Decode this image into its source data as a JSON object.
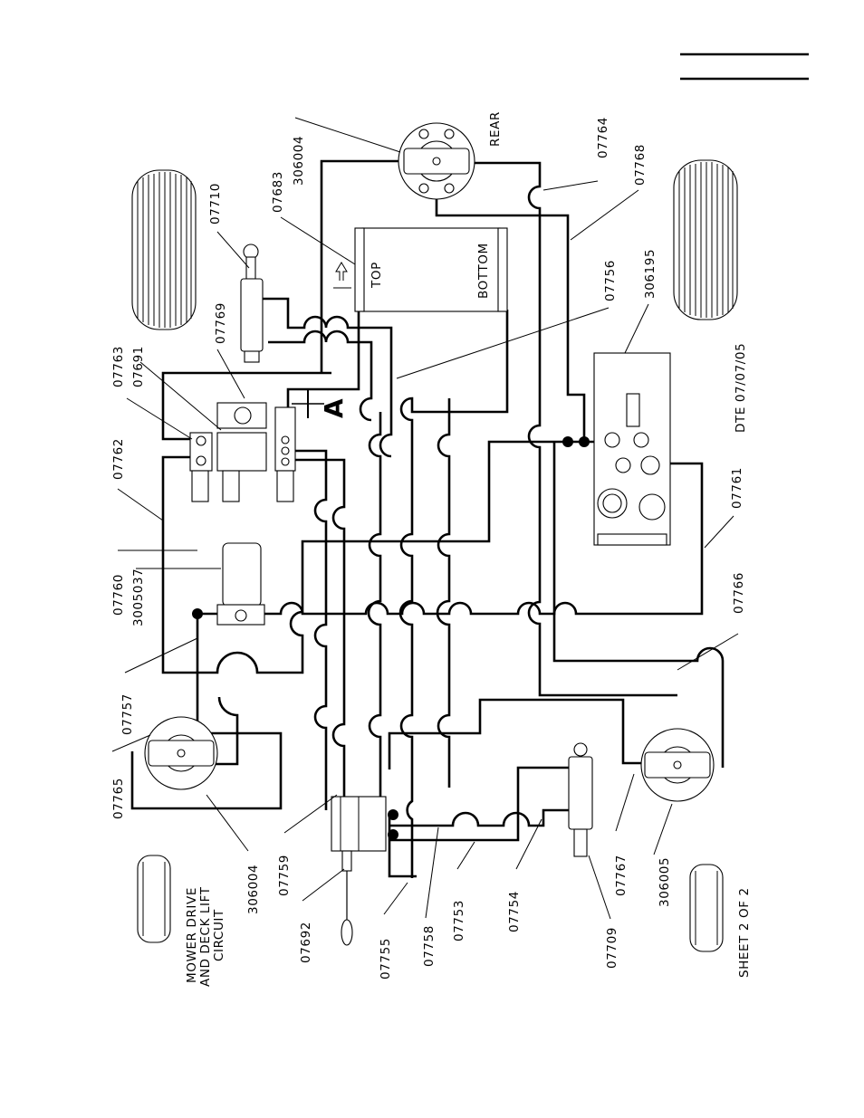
{
  "title": "MOWER DRIVE AND DECK LIFT CIRCUIT",
  "title_lines": [
    "MOWER DRIVE",
    "AND DECK LIFT",
    "CIRCUIT"
  ],
  "sheet": "SHEET 2 OF 2",
  "date_code": "DTE 07/07/05",
  "section_marker": "A",
  "labels": {
    "rear": "REAR",
    "top": "TOP",
    "bottom": "BOTTOM"
  },
  "part_numbers": {
    "p306004_top": "306004",
    "p07764": "07764",
    "p07768": "07768",
    "p07683": "07683",
    "p07710": "07710",
    "p306195": "306195",
    "p07756": "07756",
    "p07769": "07769",
    "p07763": "07763",
    "p07691": "07691",
    "p07762": "07762",
    "p07761": "07761",
    "p07760": "07760",
    "p3005037": "3005037",
    "p07766": "07766",
    "p07757": "07757",
    "p07765": "07765",
    "p306004_bottom": "306004",
    "p07759": "07759",
    "p07692": "07692",
    "p07755": "07755",
    "p07758": "07758",
    "p07753": "07753",
    "p07754": "07754",
    "p07709": "07709",
    "p07767": "07767",
    "p306005": "306005"
  }
}
